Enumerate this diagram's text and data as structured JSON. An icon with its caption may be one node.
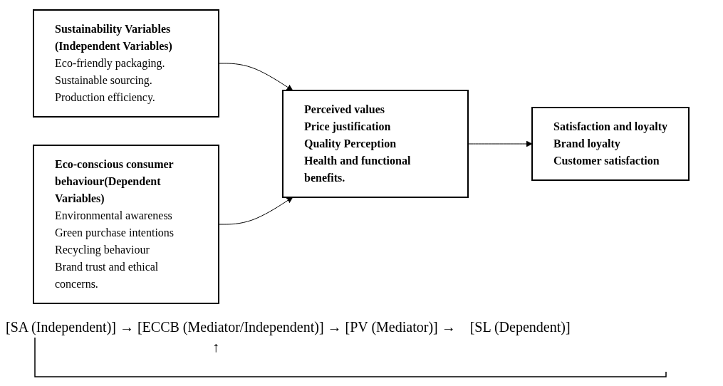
{
  "diagram": {
    "nodes": [
      {
        "text": [
          "Sustainability Variables (Independent Variables)",
          "Eco-friendly packaging.",
          "Sustainable sourcing.",
          "Production efficiency."
        ]
      },
      {
        "text": [
          "Eco-conscious consumer behaviour(Dependent Variables)",
          "Environmental awareness",
          "Green purchase intentions",
          "Recycling behaviour",
          "Brand trust and ethical concerns."
        ]
      },
      {
        "text": [
          "Perceived values",
          "Price justification",
          "Quality Perception",
          "Health and functional benefits."
        ]
      },
      {
        "text": [
          "Satisfaction and loyalty",
          "Brand loyalty",
          "Customer satisfaction"
        ]
      }
    ],
    "edges": [
      {
        "from": 0,
        "to": 2,
        "arrow": "to"
      },
      {
        "from": 1,
        "to": 2,
        "arrow": "to"
      },
      {
        "from": 2,
        "to": 3,
        "arrow": "to"
      }
    ],
    "labels": [
      "[SA (Independent)] → [ECCB (Mediator/Independent)] → [PV (Mediator)] →    [SL (Dependent)]",
      "↑"
    ]
  }
}
